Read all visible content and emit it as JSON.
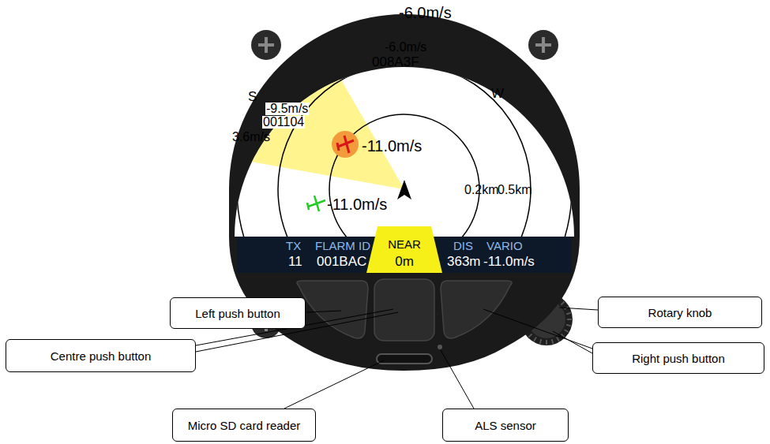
{
  "diagram": {
    "nodes": [
      {
        "text": [
          "Left push button"
        ]
      },
      {
        "text": [
          "Rotary knob"
        ]
      },
      {
        "text": [
          "Centre push button"
        ]
      },
      {
        "text": [
          "Right push button"
        ]
      },
      {
        "text": [
          "Micro SD card reader"
        ]
      },
      {
        "text": [
          "ALS sensor"
        ]
      }
    ],
    "labels": [
      "-6.0m/s",
      "-6.0m/s",
      "008A3F",
      "W",
      "S",
      "-9.5m/s",
      "001104",
      "3.6m/s",
      "-11.0m/s",
      "0.2km",
      "0.5km",
      "-11.0m/s",
      "TX",
      "11",
      "FLARM ID",
      "001BAC",
      "NEAR",
      "0m",
      "DIS",
      "363m",
      "VARIO",
      "-11.0m/s"
    ]
  }
}
